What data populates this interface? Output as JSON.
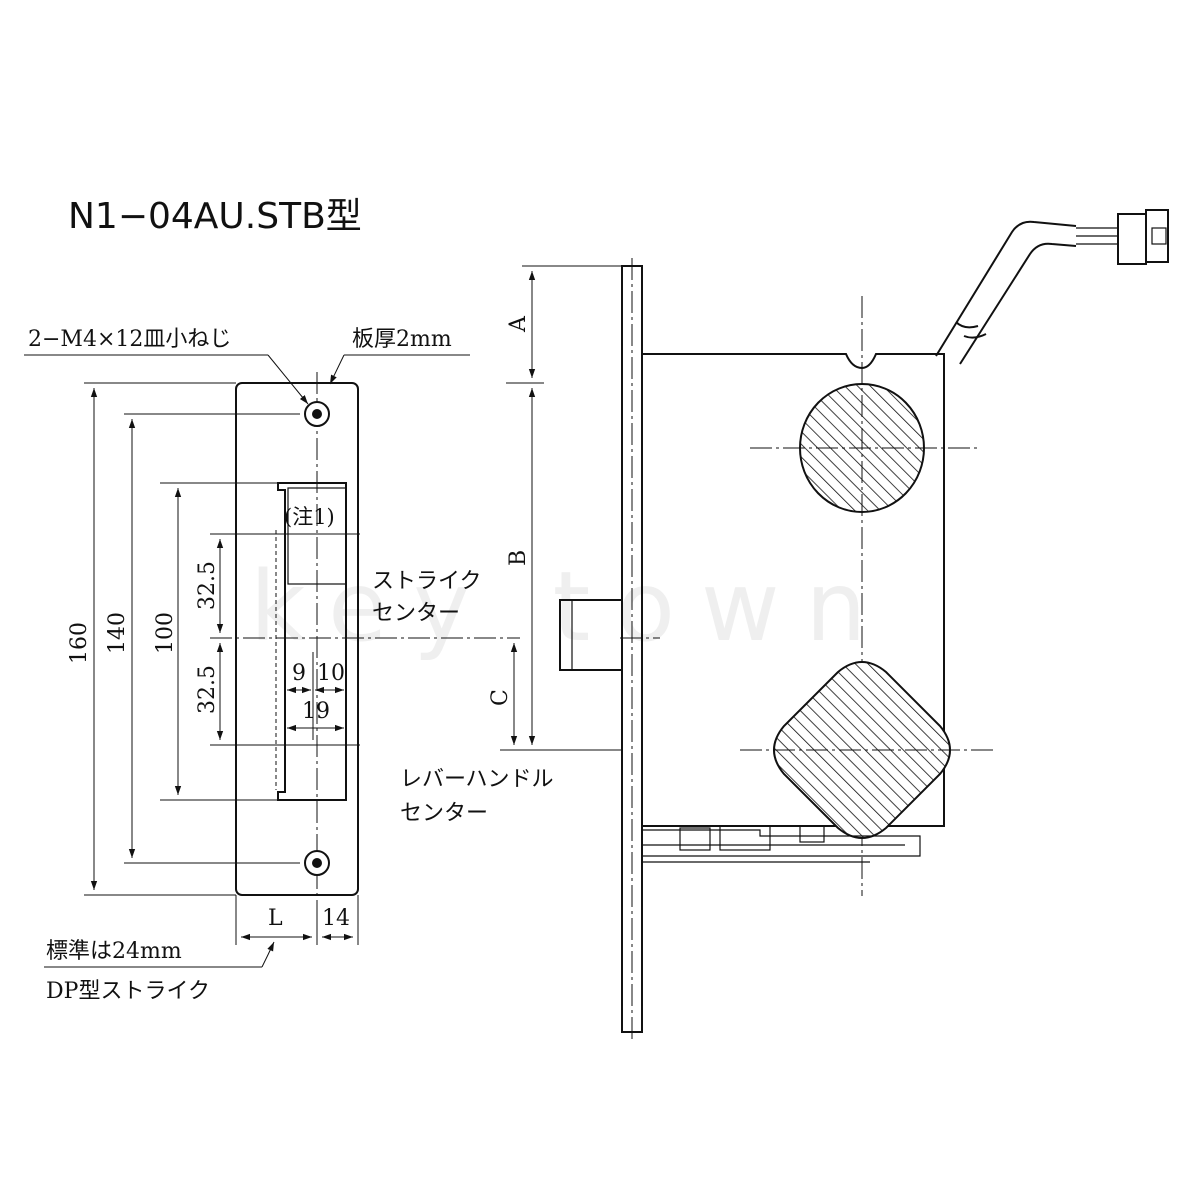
{
  "title": "N1−04AU.STB型",
  "watermark": "key town",
  "labels": {
    "screws": "2−M4×12皿小ねじ",
    "plate_thickness": "板厚2mm",
    "note1": "(注1)",
    "strike_center_line1": "ストライク",
    "strike_center_line2": "センター",
    "lever_center_line1": "レバーハンドル",
    "lever_center_line2": "センター",
    "standard_line1": "標準は24mm",
    "standard_line2": "DP型ストライク"
  },
  "dimensions": {
    "d160": "160",
    "d140": "140",
    "d100": "100",
    "d32_5_upper": "32.5",
    "d32_5_lower": "32.5",
    "d9": "9",
    "d10": "10",
    "d19": "19",
    "dL": "L",
    "d14": "14",
    "dA": "A",
    "dB": "B",
    "dC": "C"
  }
}
